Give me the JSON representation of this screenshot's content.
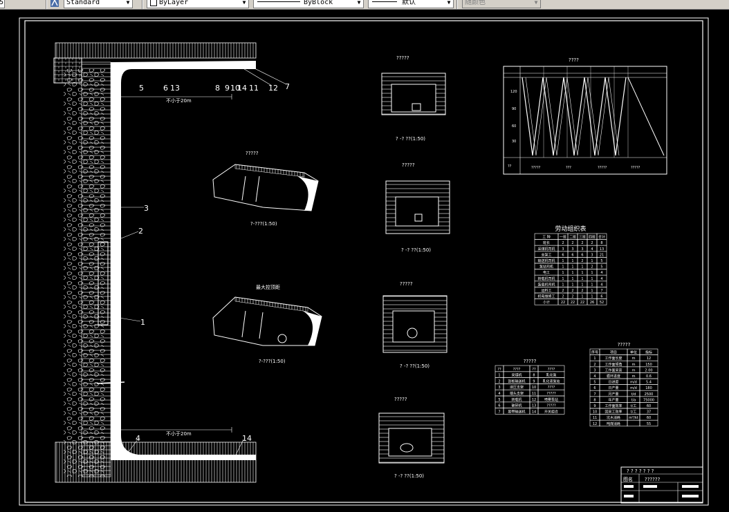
{
  "toolbar": {
    "left_fragment": "5",
    "text_style": "Standard",
    "layer": "ByLayer",
    "linetype": "ByBlock",
    "lineweight": "默认",
    "plot_style": "随颜色"
  },
  "drawing": {
    "callouts": [
      "5",
      "6",
      "13",
      "8",
      "9",
      "10",
      "14",
      "11",
      "12",
      "7",
      "3",
      "2",
      "1",
      "4",
      "14"
    ],
    "dim_top": "不小于20m",
    "dim_bottom": "不小于20m",
    "section_a_title": "?????",
    "section_a_caption": "?-???(1:50)",
    "section_b_title": "最大控顶距",
    "section_b_caption": "?-???(1:50)",
    "tunnel_titles": [
      "?????",
      "?????",
      "?????",
      "?????"
    ],
    "tunnel_captions": [
      "? -? ??(1:50)",
      "? -? ??(1:50)",
      "? -? ??(1:50)",
      "? -? ??(1:50)"
    ],
    "cycle_chart_title": "????",
    "cycle_chart_ylabels": [
      "120",
      "90",
      "60",
      "30"
    ],
    "cycle_chart_legend": [
      "?????",
      "???",
      "?????",
      "?????"
    ],
    "cycle_chart_row_label": "??",
    "labor_table": {
      "title": "劳动组织表",
      "headers": [
        "工 种",
        "一班",
        "二班",
        "三班",
        "四班",
        "合计"
      ],
      "rows": [
        [
          "班长",
          "2",
          "2",
          "2",
          "2",
          "8"
        ],
        [
          "采煤机司机",
          "3",
          "3",
          "3",
          "4",
          "13"
        ],
        [
          "支架工",
          "6",
          "6",
          "6",
          "3",
          "21"
        ],
        [
          "输送机司机",
          "1",
          "1",
          "2",
          "1",
          "5"
        ],
        [
          "泵站司机",
          "1",
          "1",
          "1",
          "2",
          "5"
        ],
        [
          "电工",
          "1",
          "1",
          "1",
          "1",
          "4"
        ],
        [
          "转载机司机",
          "1",
          "1",
          "1",
          "1",
          "4"
        ],
        [
          "装载机司机",
          "1",
          "1",
          "1",
          "1",
          "4"
        ],
        [
          "运料工",
          "2",
          "2",
          "2",
          "1",
          "7"
        ],
        [
          "机电维修工",
          "2",
          "2",
          "1",
          "1",
          "6"
        ],
        [
          "小计",
          "22",
          "22",
          "22",
          "26",
          "52"
        ]
      ]
    },
    "equipment_table": {
      "title": "?????",
      "headers": [
        "??",
        "????",
        "??",
        "????"
      ],
      "rows": [
        [
          "1",
          "采煤机",
          "8",
          "乳化泵"
        ],
        [
          "2",
          "刮板输送机",
          "9",
          "乳化液泵站"
        ],
        [
          "3",
          "液压支架",
          "10",
          "????"
        ],
        [
          "4",
          "端头支架",
          "11",
          "?????"
        ],
        [
          "5",
          "转载机",
          "12",
          "喷雾泵站"
        ],
        [
          "6",
          "破碎机",
          "13",
          "?????"
        ],
        [
          "7",
          "胶带输送机",
          "14",
          "开关组合"
        ]
      ]
    },
    "tech_table": {
      "title": "?????",
      "headers": [
        "序号",
        "项目",
        "单位",
        "指标"
      ],
      "rows": [
        [
          "1",
          "工作面长度",
          "m",
          "12"
        ],
        [
          "2",
          "工作面倾角",
          "m",
          "150"
        ],
        [
          "3",
          "工作面采高",
          "m",
          "2.00"
        ],
        [
          "4",
          "循环进度",
          "m",
          "0.6"
        ],
        [
          "5",
          "日进度",
          "m/d",
          "5.4"
        ],
        [
          "6",
          "日产量",
          "m/d",
          "180"
        ],
        [
          "7",
          "月产量",
          "t/d",
          "2500"
        ],
        [
          "8",
          "年产量",
          "t/a",
          "75000"
        ],
        [
          "9",
          "工作面效率",
          "t/工",
          "60"
        ],
        [
          "10",
          "回采工效率",
          "t/工",
          "37"
        ],
        [
          "11",
          "坑木消耗",
          "m³/kt",
          "60"
        ],
        [
          "12",
          "吨煤消耗",
          "",
          "55"
        ]
      ]
    },
    "title_block": {
      "heading": "? ? ? ? ? ? ?",
      "name_label": "图名",
      "name_value": "??????"
    }
  }
}
